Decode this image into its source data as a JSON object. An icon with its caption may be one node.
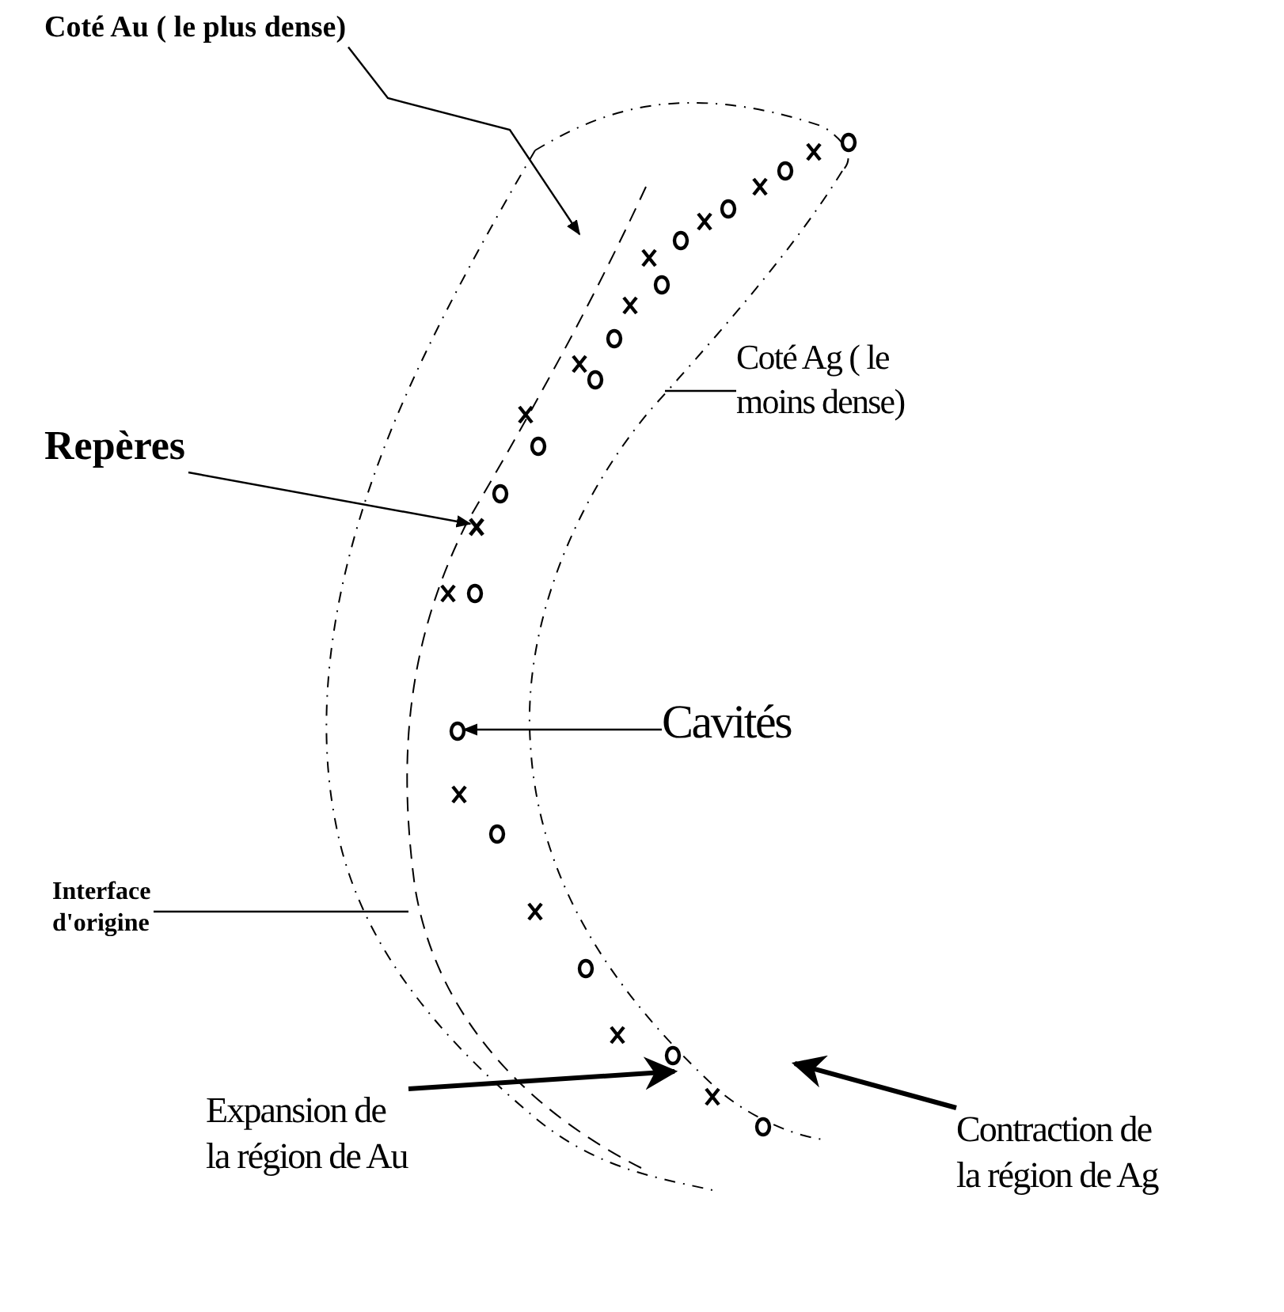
{
  "diagram": {
    "nodes": [
      {
        "text": [
          "Coté Au ( le plus dense)"
        ]
      },
      {
        "text": [
          "Coté Ag ( le moins dense)"
        ]
      },
      {
        "text": [
          "Repères"
        ]
      },
      {
        "text": [],
        "shape": "cross"
      },
      {
        "text": [
          "Cavités"
        ]
      },
      {
        "text": [],
        "shape": "circle"
      },
      {
        "text": [
          "Interface d'origine"
        ]
      },
      {
        "text": [
          "Expansion de la région de Au"
        ]
      },
      {
        "text": [
          "Contraction de la région de Ag"
        ]
      }
    ],
    "edges": [
      {
        "from": 0,
        "to": null,
        "arrow": "to"
      },
      {
        "from": 1,
        "to": null,
        "arrow": "none"
      },
      {
        "from": 2,
        "to": 3,
        "arrow": "to"
      },
      {
        "from": 4,
        "to": 5,
        "arrow": "to"
      },
      {
        "from": 6,
        "to": null,
        "arrow": "none"
      },
      {
        "from": 7,
        "to": null,
        "arrow": "to",
        "style": "thick"
      },
      {
        "from": 8,
        "to": null,
        "arrow": "to",
        "style": "thick"
      }
    ]
  }
}
